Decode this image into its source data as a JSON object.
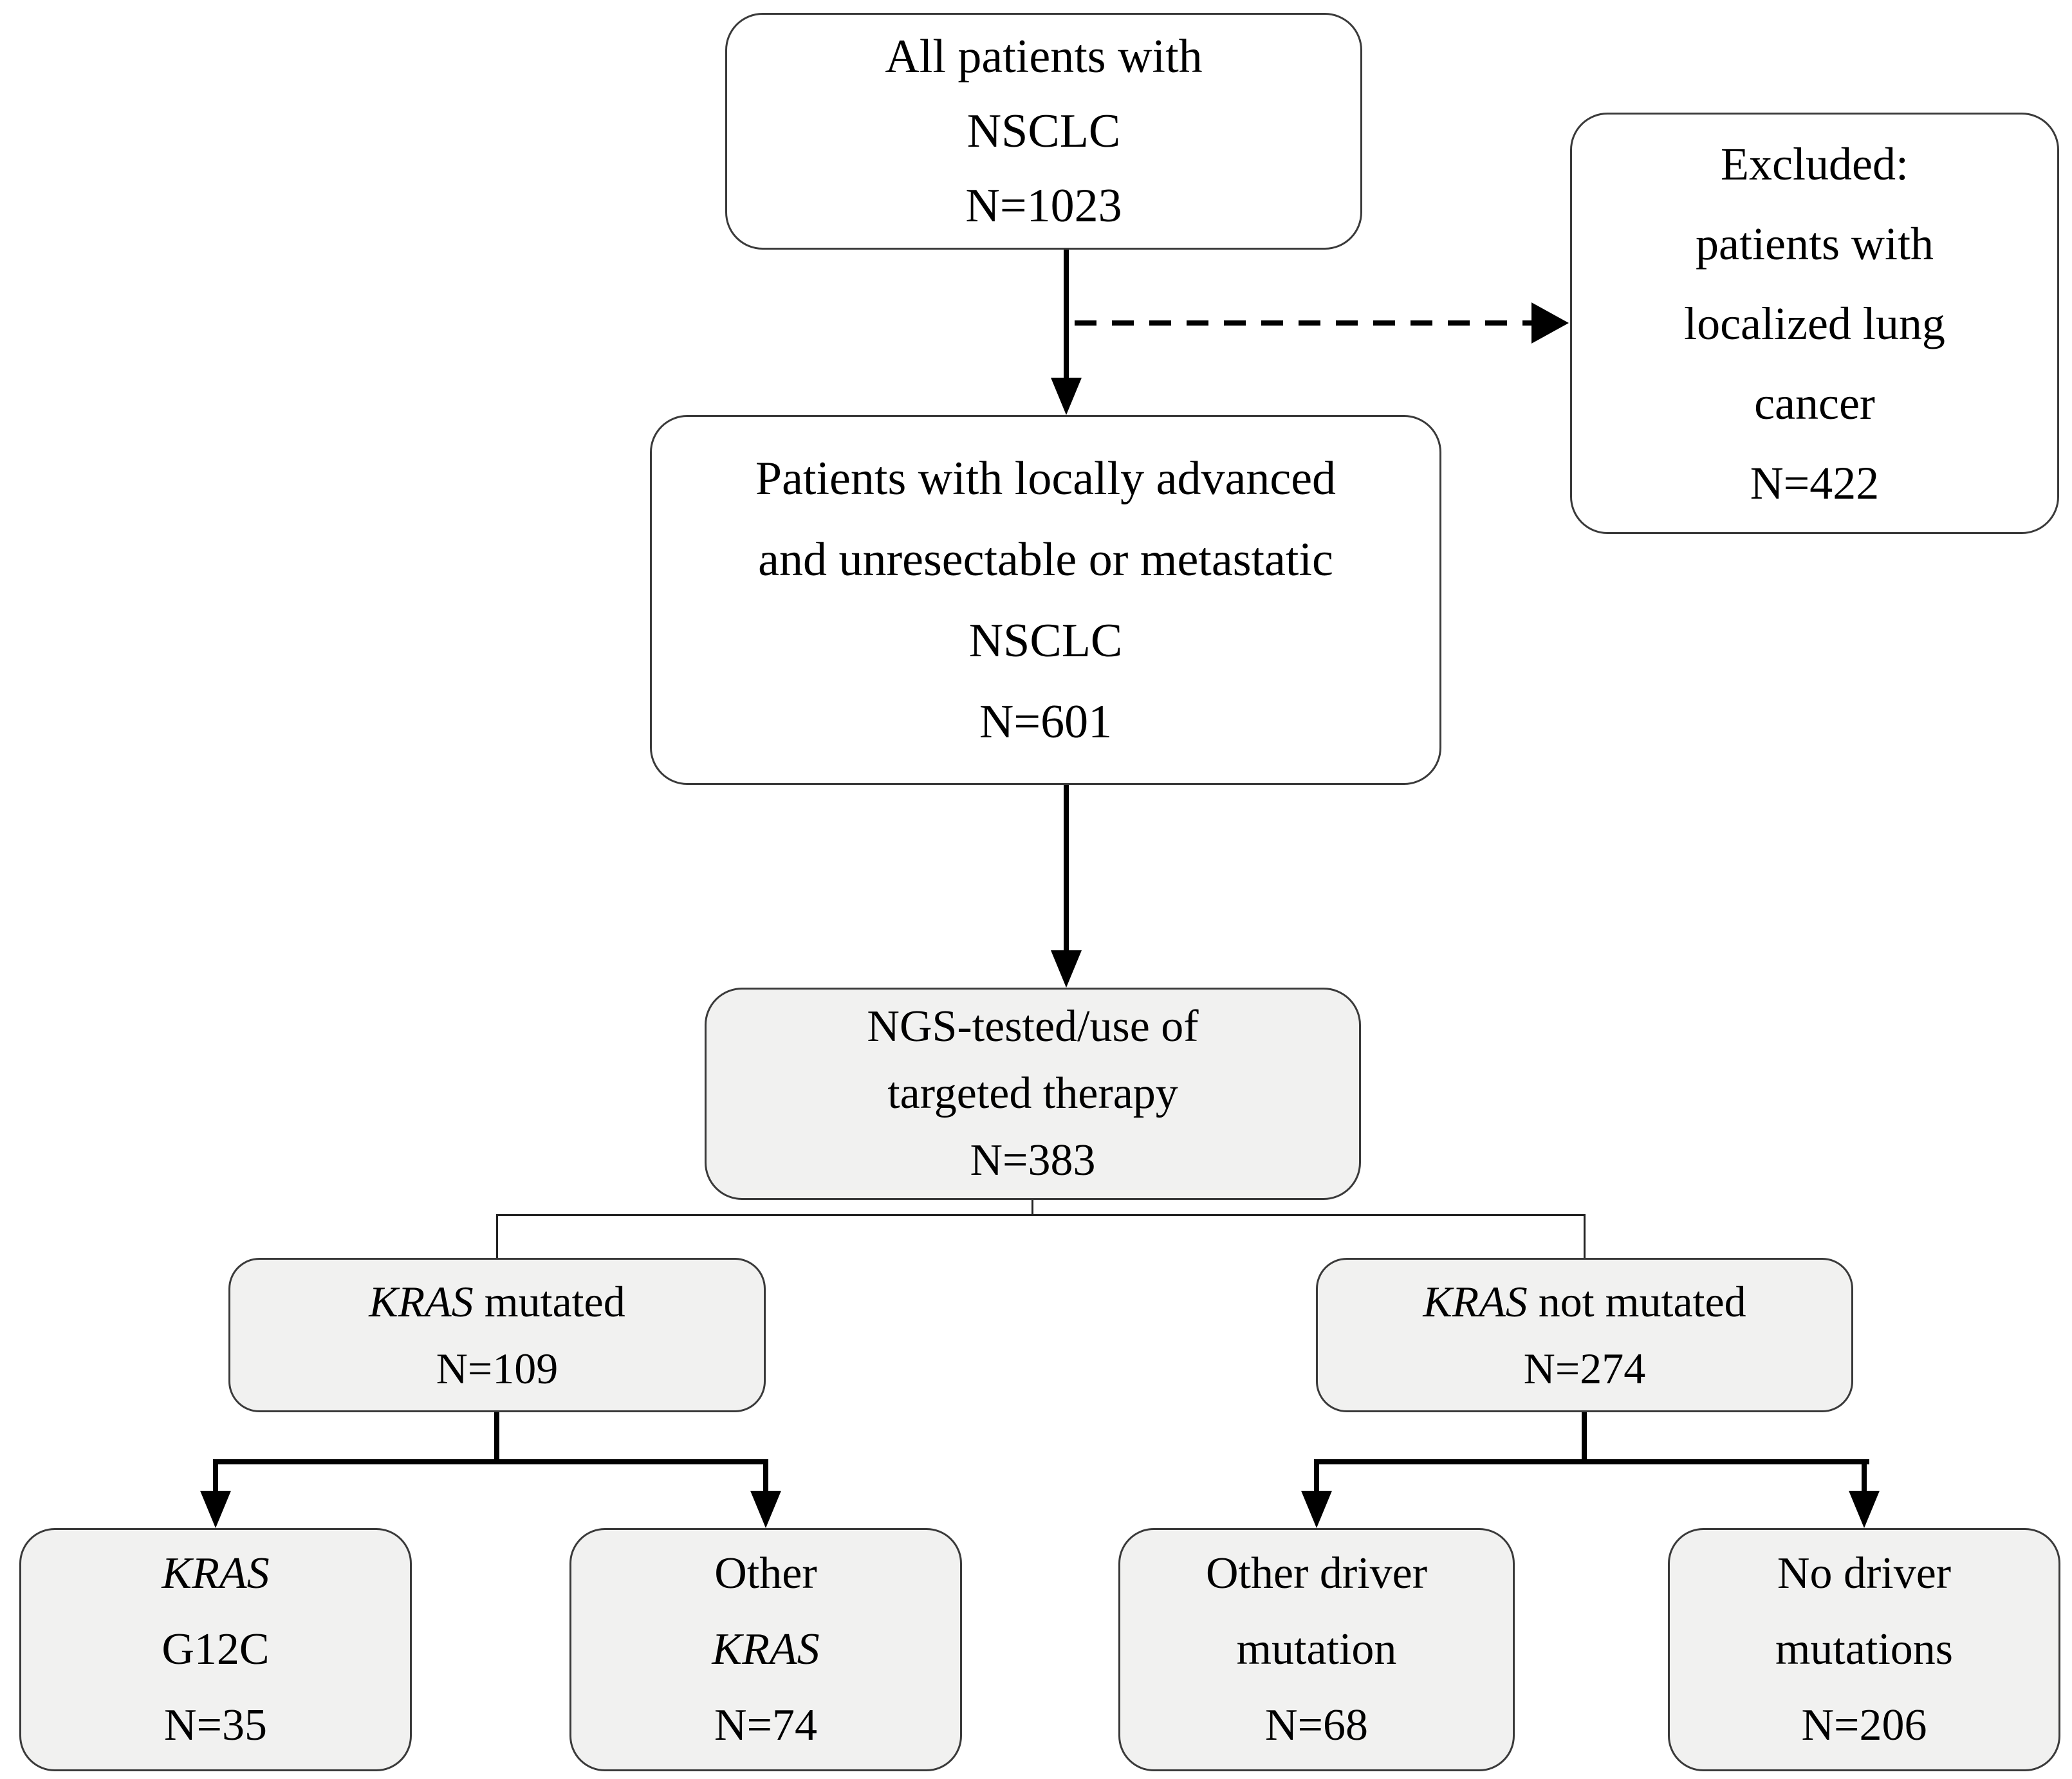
{
  "figure": {
    "background": "#ffffff",
    "box_fill_white": "#ffffff",
    "box_fill_gray": "#f1f1f0",
    "border_color": "#3a3a3a",
    "connector_color": "#000000"
  },
  "nodes": {
    "all_patients": {
      "lines": [
        "All patients with",
        "NSCLC",
        "N=1023"
      ]
    },
    "excluded": {
      "lines": [
        "Excluded:",
        "patients with",
        "localized lung",
        "cancer",
        "N=422"
      ]
    },
    "advanced": {
      "lines": [
        "Patients with locally advanced",
        "and unresectable or metastatic",
        "NSCLC",
        "N=601"
      ]
    },
    "ngs": {
      "lines": [
        "NGS-tested/use of",
        "targeted therapy",
        "N=383"
      ]
    },
    "kras_mutated": {
      "gene": "KRAS",
      "rest": " mutated",
      "count": "N=109"
    },
    "kras_not_mutated": {
      "gene": "KRAS",
      "rest": " not mutated",
      "count": "N=274"
    },
    "kras_g12c": {
      "gene": "KRAS",
      "variant": "G12C",
      "count": "N=35"
    },
    "other_kras": {
      "prefix": "Other",
      "gene": "KRAS",
      "count": "N=74"
    },
    "other_driver": {
      "lines": [
        "Other driver",
        "mutation",
        "N=68"
      ]
    },
    "no_driver": {
      "lines": [
        "No driver",
        "mutations",
        "N=206"
      ]
    }
  }
}
